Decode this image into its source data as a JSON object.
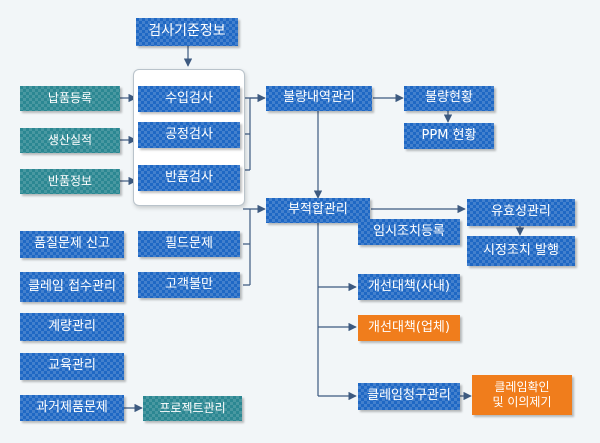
{
  "colors": {
    "blue": "#1f68c4",
    "teal": "#2b8792",
    "orange": "#f07d1c",
    "line": "#3d5a80",
    "panel_border": "#b9c3cb"
  },
  "nodes": {
    "inspection_standard": "검사기준정보",
    "delivery_registration": "납품등록",
    "production_record": "생산실적",
    "return_info": "반품정보",
    "incoming_inspection": "수입검사",
    "process_inspection": "공정검사",
    "return_inspection": "반품검사",
    "defect_detail_mgmt": "불량내역관리",
    "defect_status": "불량현황",
    "ppm_status": "PPM 현황",
    "nonconformity_mgmt": "부적합관리",
    "validity_mgmt": "유효성관리",
    "temp_action_registration": "임시조치등록",
    "corrective_order_issue": "시정조치 발행",
    "field_issue": "필드문제",
    "customer_complaint": "고객불만",
    "quality_issue_report": "품질문제 신고",
    "claim_receipt_mgmt": "클레임 접수관리",
    "metrology_mgmt": "계량관리",
    "education_mgmt": "교육관리",
    "past_product_issue": "과거제품문제",
    "project_mgmt": "프로젝트관리",
    "improvement_internal": "개선대책(사내)",
    "improvement_vendor": "개선대책(업체)",
    "claim_billing_mgmt": "클레임청구관리",
    "claim_confirm_line1": "클레임확인",
    "claim_confirm_line2": "및 이의제기"
  }
}
